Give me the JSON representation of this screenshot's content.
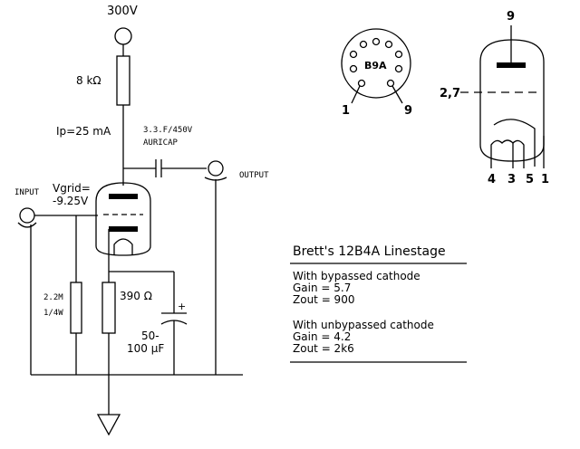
{
  "supply": {
    "voltage": "300V"
  },
  "plate_resistor": {
    "value": "8 kΩ"
  },
  "plate_current": {
    "label": "Ip=25 mA"
  },
  "coupling_cap": {
    "line1": "3.3.F/450V",
    "line2": "AURICAP"
  },
  "output": {
    "label": "OUTPUT"
  },
  "input": {
    "label": "INPUT"
  },
  "grid_bias": {
    "line1": "Vgrid=",
    "line2": "-9.25V"
  },
  "grid_resistor": {
    "line1": "2.2M",
    "line2": "1/4W"
  },
  "cathode_resistor": {
    "value": "390 Ω"
  },
  "cathode_cap": {
    "line1": "50-",
    "line2": "100 µF",
    "polarity": "+"
  },
  "socket": {
    "type": "B9A",
    "pin_left": "1",
    "pin_right": "9"
  },
  "tube_symbol": {
    "pin_top": "9",
    "pin_grid": "2,7",
    "pins_bottom": [
      "4",
      "3",
      "5",
      "1"
    ]
  },
  "info": {
    "title": "Brett's 12B4A Linestage",
    "bypassed": {
      "heading": "With bypassed cathode",
      "gain": "Gain = 5.7",
      "zout": "Zout = 900"
    },
    "unbypassed": {
      "heading": "With unbypassed cathode",
      "gain": "Gain = 4.2",
      "zout": "Zout = 2k6"
    }
  }
}
